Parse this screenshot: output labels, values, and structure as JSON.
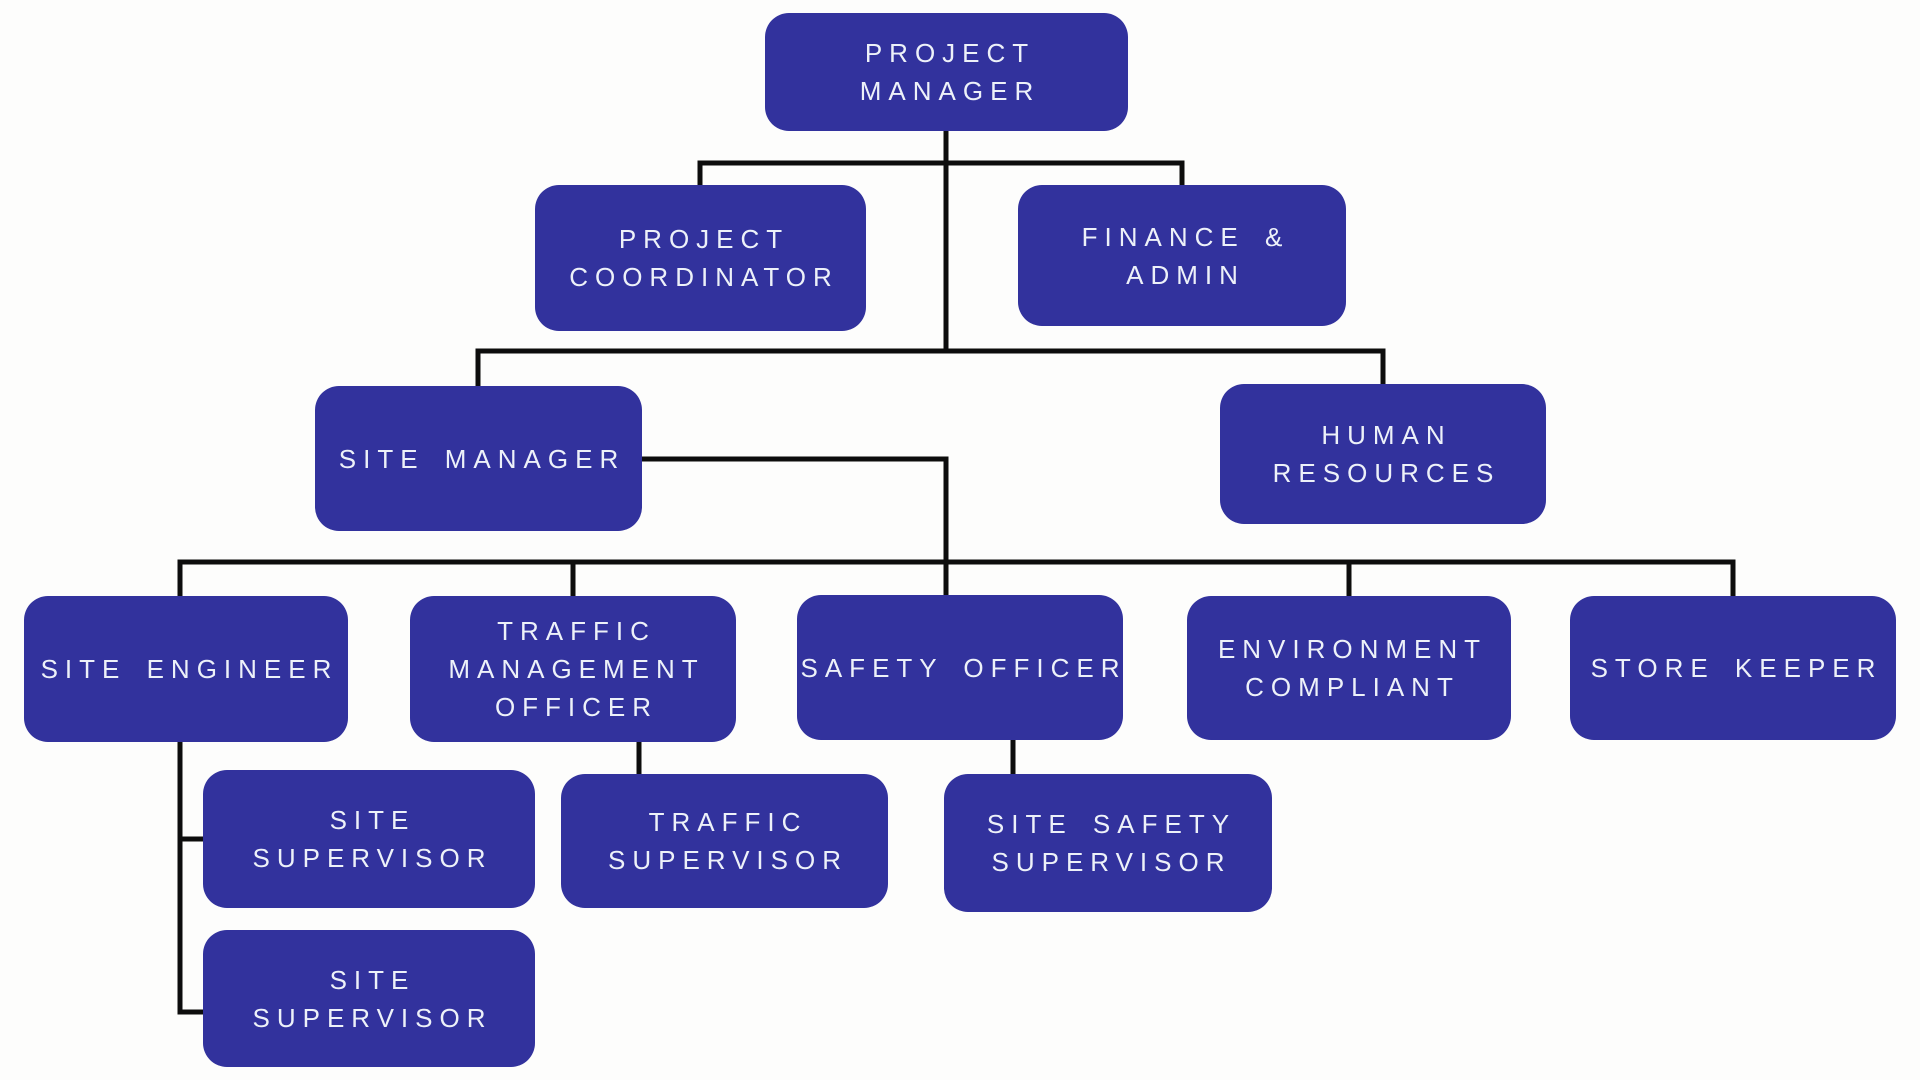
{
  "diagram_type": "organizational-chart",
  "colors": {
    "background": "#fdfdfc",
    "node_fill": "#32329d",
    "node_text": "#edf1f9",
    "connector": "#0d0d0d"
  },
  "nodes": [
    {
      "id": "project-manager",
      "label": "PROJECT MANAGER",
      "lines": [
        "PROJECT",
        "MANAGER"
      ],
      "reports_to": null
    },
    {
      "id": "project-coordinator",
      "label": "PROJECT COORDINATOR",
      "lines": [
        "PROJECT",
        "COORDINATOR"
      ],
      "reports_to": "project-manager"
    },
    {
      "id": "finance-admin",
      "label": "FINANCE & ADMIN",
      "lines": [
        "FINANCE &",
        "ADMIN"
      ],
      "reports_to": "project-manager"
    },
    {
      "id": "site-manager",
      "label": "SITE MANAGER",
      "lines": [
        "SITE MANAGER"
      ],
      "reports_to": "project-manager"
    },
    {
      "id": "human-resources",
      "label": "HUMAN RESOURCES",
      "lines": [
        "HUMAN",
        "RESOURCES"
      ],
      "reports_to": "project-manager"
    },
    {
      "id": "site-engineer",
      "label": "SITE ENGINEER",
      "lines": [
        "SITE ENGINEER"
      ],
      "reports_to": "site-manager"
    },
    {
      "id": "traffic-management-officer",
      "label": "TRAFFIC MANAGEMENT OFFICER",
      "lines": [
        "TRAFFIC",
        "MANAGEMENT",
        "OFFICER"
      ],
      "reports_to": "site-manager"
    },
    {
      "id": "safety-officer",
      "label": "SAFETY OFFICER",
      "lines": [
        "SAFETY OFFICER"
      ],
      "reports_to": "site-manager"
    },
    {
      "id": "environment-compliant",
      "label": "ENVIRONMENT COMPLIANT",
      "lines": [
        "ENVIRONMENT",
        "COMPLIANT"
      ],
      "reports_to": "site-manager"
    },
    {
      "id": "store-keeper",
      "label": "STORE KEEPER",
      "lines": [
        "STORE KEEPER"
      ],
      "reports_to": "site-manager"
    },
    {
      "id": "site-supervisor-1",
      "label": "SITE SUPERVISOR",
      "lines": [
        "SITE",
        "SUPERVISOR"
      ],
      "reports_to": "site-engineer"
    },
    {
      "id": "traffic-supervisor",
      "label": "TRAFFIC SUPERVISOR",
      "lines": [
        "TRAFFIC",
        "SUPERVISOR"
      ],
      "reports_to": "traffic-management-officer"
    },
    {
      "id": "site-safety-supervisor",
      "label": "SITE SAFETY SUPERVISOR",
      "lines": [
        "SITE SAFETY",
        "SUPERVISOR"
      ],
      "reports_to": "safety-officer"
    },
    {
      "id": "site-supervisor-2",
      "label": "SITE SUPERVISOR",
      "lines": [
        "SITE",
        "SUPERVISOR"
      ],
      "reports_to": "site-engineer"
    }
  ]
}
